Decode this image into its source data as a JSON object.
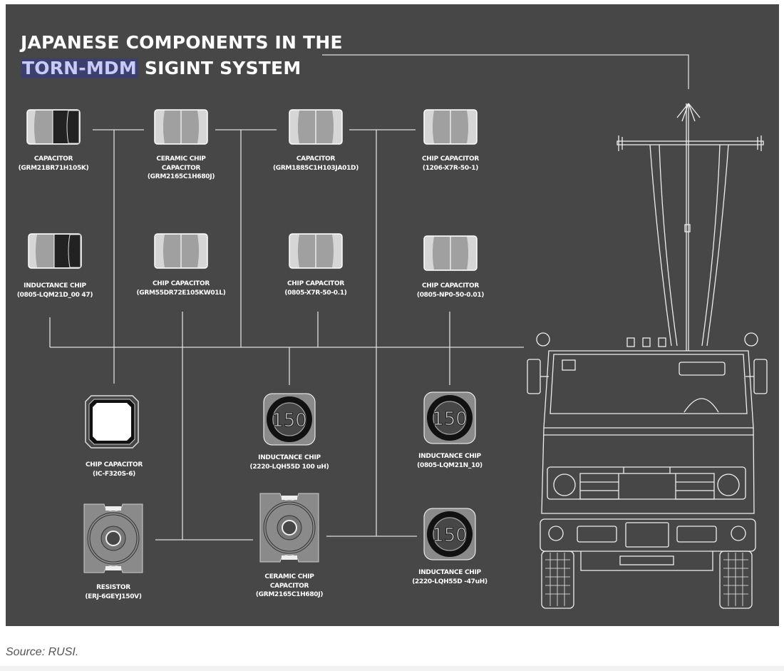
{
  "title": {
    "line1": "JAPANESE COMPONENTS IN THE",
    "highlight": "TORN-MDM",
    "line2_rest": " SIGINT SYSTEM"
  },
  "components": [
    {
      "name": "CAPACITOR",
      "part": "(GRM21BR71H105K)"
    },
    {
      "name": "CERAMIC CHIP CAPACITOR",
      "part": "(GRM2165C1H680J)"
    },
    {
      "name": "CAPACITOR",
      "part": "(GRM1885C1H103JA01D)"
    },
    {
      "name": "CHIP CAPACITOR",
      "part": "(1206-X7R-50-1)"
    },
    {
      "name": "INDUCTANCE CHIP",
      "part": "(0805-LQM21D_00 47)"
    },
    {
      "name": "CHIP CAPACITOR",
      "part": "(GRM55DR72E105KW01L)"
    },
    {
      "name": "CHIP CAPACITOR",
      "part": "(0805-X7R-50-0.1)"
    },
    {
      "name": "CHIP CAPACITOR",
      "part": "(0805-NP0-50-0.01)"
    },
    {
      "name": "CHIP CAPACITOR",
      "part": "(IC-F320S-6)"
    },
    {
      "name": "INDUCTANCE CHIP",
      "part": "(2220-LQH55D 100 uH)",
      "marking": "150"
    },
    {
      "name": "INDUCTANCE CHIP",
      "part": "(0805-LQM21N_10)",
      "marking": "150"
    },
    {
      "name": "RESISTOR",
      "part": "(ERJ-6GEYJ150V)"
    },
    {
      "name": "CERAMIC CHIP CAPACITOR",
      "part": "(GRM2165C1H680J)"
    },
    {
      "name": "INDUCTANCE CHIP",
      "part": "(2220-LQH55D -47uH)",
      "marking": "150"
    }
  ],
  "source": "Source: RUSI.",
  "colors": {
    "background": "#474747",
    "highlight_bg": "#3d3f6e",
    "highlight_text": "#c9caf7"
  }
}
